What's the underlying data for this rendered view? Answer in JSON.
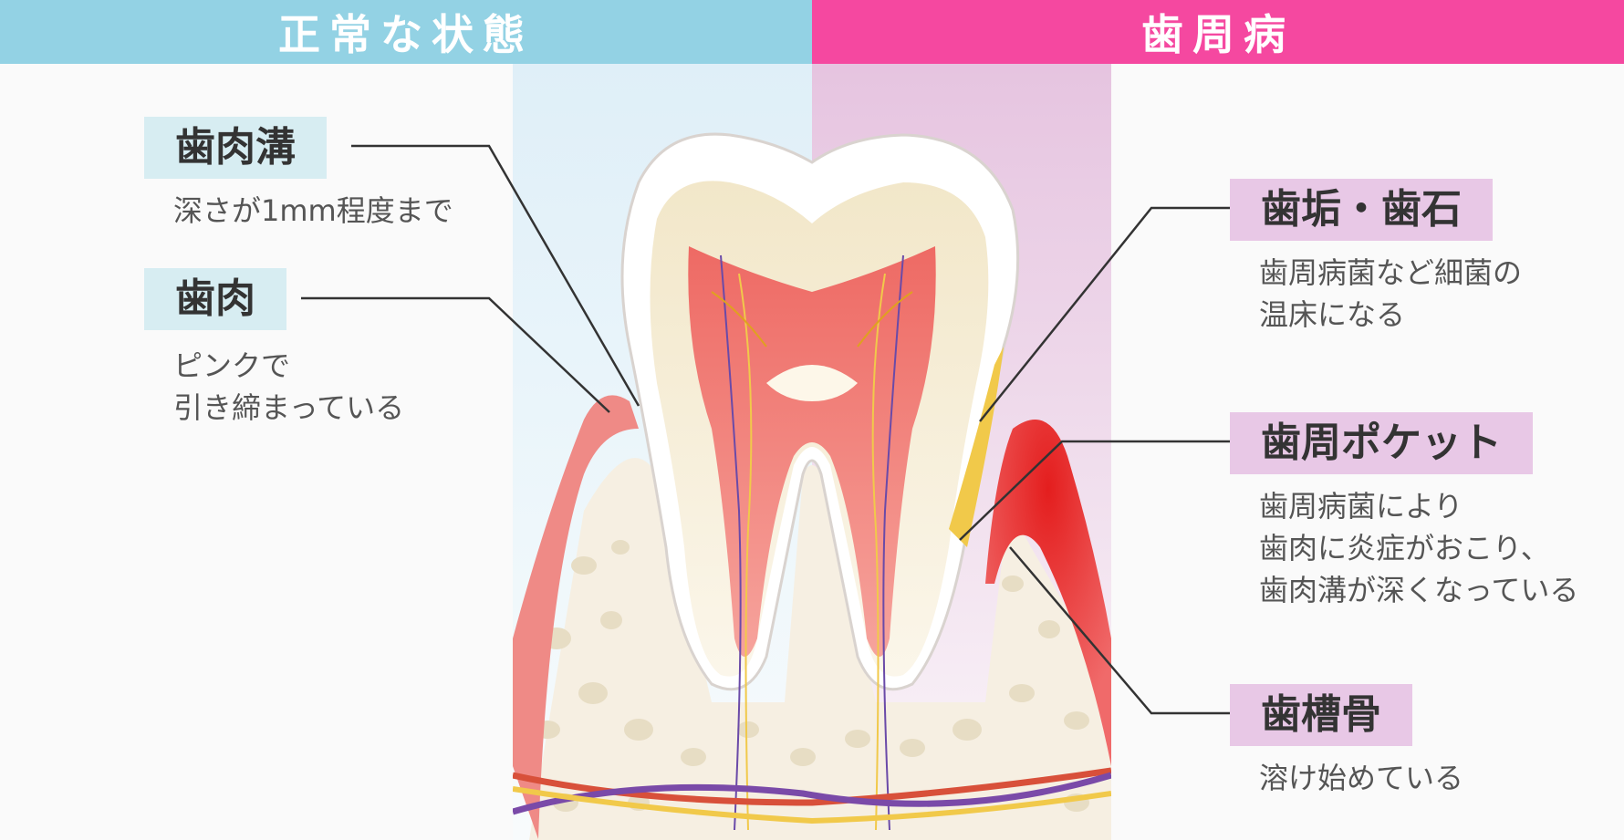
{
  "headers": {
    "normal": "正常な状態",
    "disease": "歯周病"
  },
  "left_labels": [
    {
      "title": "歯肉溝",
      "desc": [
        "深さが1mm程度まで"
      ]
    },
    {
      "title": "歯肉",
      "desc": [
        "ピンクで",
        "引き締まっている"
      ]
    }
  ],
  "right_labels": [
    {
      "title": "歯垢・歯石",
      "desc": [
        "歯周病菌など細菌の",
        "温床になる"
      ]
    },
    {
      "title": "歯周ポケット",
      "desc": [
        "歯周病菌により",
        "歯肉に炎症がおこり、",
        "歯肉溝が深くなっている"
      ]
    },
    {
      "title": "歯槽骨",
      "desc": [
        "溶け始めている"
      ]
    }
  ],
  "colors": {
    "normal_header": "#93d2e4",
    "disease_header": "#f548a0",
    "gum_normal": "#ef8a86",
    "gum_inflamed": "#e62b2b",
    "plaque": "#f1c94a"
  }
}
